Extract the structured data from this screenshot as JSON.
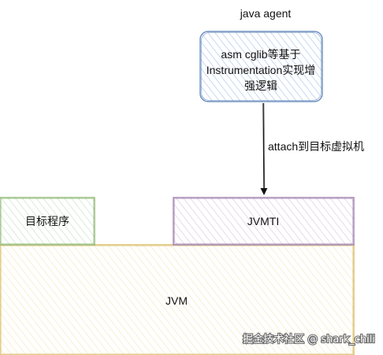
{
  "title": "java agent",
  "agent_box": {
    "lines": [
      "asm cglib等基于",
      "Instrumentation实现增",
      "强逻辑"
    ],
    "fill": "#dae8fc",
    "stroke": "#6c8ebf"
  },
  "edge": {
    "label": "attach到目标虚拟机"
  },
  "target_box": {
    "label": "目标程序",
    "fill": "#d5e8d4",
    "stroke": "#82b366"
  },
  "jvmti_box": {
    "label": "JVMTI",
    "fill": "#e1d5e7",
    "stroke": "#9673a6"
  },
  "jvm_box": {
    "label": "JVM",
    "fill": "#fff2cc",
    "stroke": "#d6b656"
  },
  "watermark": "掘金技术社区 @ shark_chili"
}
